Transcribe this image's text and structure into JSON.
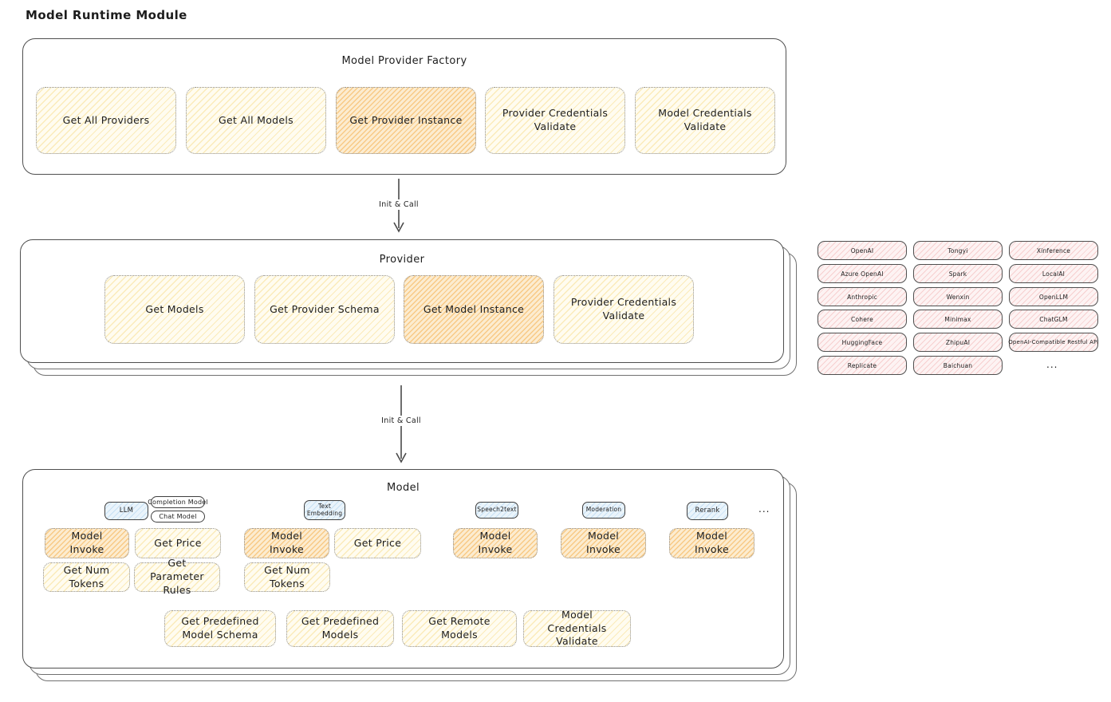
{
  "page_title": "Model Runtime Module",
  "factory": {
    "title": "Model Provider Factory",
    "cards": [
      {
        "label": "Get All Providers",
        "highlight": false
      },
      {
        "label": "Get All Models",
        "highlight": false
      },
      {
        "label": "Get Provider Instance",
        "highlight": true
      },
      {
        "label": "Provider Credentials Validate",
        "highlight": false
      },
      {
        "label": "Model Credentials Validate",
        "highlight": false
      }
    ]
  },
  "flows": {
    "init_call_1": "Init & Call",
    "init_call_2": "Init & Call"
  },
  "provider": {
    "title": "Provider",
    "cards": [
      {
        "label": "Get Models",
        "highlight": false
      },
      {
        "label": "Get Provider Schema",
        "highlight": false
      },
      {
        "label": "Get Model Instance",
        "highlight": true
      },
      {
        "label": "Provider Credentials Validate",
        "highlight": false
      }
    ]
  },
  "provider_list": {
    "items": [
      "OpenAI",
      "Tongyi",
      "Xinference",
      "Azure OpenAI",
      "Spark",
      "LocalAI",
      "Anthropic",
      "Wenxin",
      "OpenLLM",
      "Cohere",
      "Minimax",
      "ChatGLM",
      "HuggingFace",
      "ZhipuAI",
      "OpenAI-Compatible Restful API",
      "Replicate",
      "Baichuan"
    ],
    "more": "..."
  },
  "model": {
    "title": "Model",
    "tags": {
      "llm": "LLM",
      "completion": "Completion Model",
      "chat": "Chat Model",
      "text_embedding": "Text Embedding",
      "speech2text": "Speech2text",
      "moderation": "Moderation",
      "rerank": "Rerank",
      "more": "..."
    },
    "cards": {
      "model_invoke": "Model Invoke",
      "get_price": "Get Price",
      "get_num_tokens": "Get Num Tokens",
      "get_parameter_rules": "Get Parameter Rules",
      "get_predefined_model_schema": "Get Predefined Model Schema",
      "get_predefined_models": "Get Predefined Models",
      "get_remote_models": "Get Remote Models",
      "model_credentials_validate": "Model Credentials Validate"
    }
  },
  "colors": {
    "ink": "#1d1d1d",
    "box_border": "#4f4f4f",
    "yellow_card_bg": "#fffcf0",
    "yellow_hatch": "#f7dc8e",
    "orange_card_bg": "#fcecd0",
    "orange_hatch": "#f3a73c",
    "pink_chip_bg": "#fdf3f3",
    "pink_hatch": "#eb8c8c",
    "blue_tag_bg": "#eaf4fb",
    "blue_hatch": "#82b9e6"
  }
}
